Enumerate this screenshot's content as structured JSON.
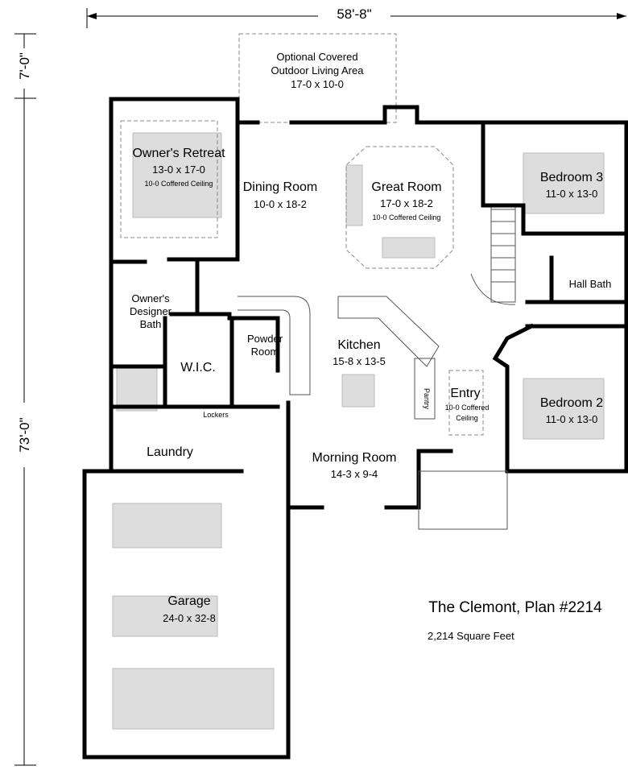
{
  "dimensions": {
    "width": "58'-8\"",
    "height_top": "7'-0\"",
    "height_total": "73'-0\""
  },
  "outdoor": {
    "name": "Optional Covered",
    "name2": "Outdoor Living Area",
    "size": "17-0 x 10-0"
  },
  "rooms": {
    "owners_retreat": {
      "name": "Owner's Retreat",
      "size": "13-0 x 17-0",
      "note": "10-0 Coffered Ceiling"
    },
    "dining": {
      "name": "Dining Room",
      "size": "10-0 x 18-2"
    },
    "great": {
      "name": "Great Room",
      "size": "17-0 x 18-2",
      "note": "10-0 Coffered Ceiling"
    },
    "bedroom3": {
      "name": "Bedroom 3",
      "size": "11-0 x 13-0"
    },
    "hall_bath": {
      "name": "Hall Bath"
    },
    "owners_bath": {
      "line1": "Owner's",
      "line2": "Designer",
      "line3": "Bath"
    },
    "wic": {
      "name": "W.I.C."
    },
    "powder": {
      "line1": "Powder",
      "line2": "Room"
    },
    "kitchen": {
      "name": "Kitchen",
      "size": "15-8 x 13-5"
    },
    "pantry": {
      "name": "Pantry"
    },
    "entry": {
      "name": "Entry",
      "note1": "10-0 Coffered",
      "note2": "Ceiling"
    },
    "bedroom2": {
      "name": "Bedroom 2",
      "size": "11-0 x 13-0"
    },
    "lockers": {
      "name": "Lockers"
    },
    "laundry": {
      "name": "Laundry"
    },
    "morning": {
      "name": "Morning Room",
      "size": "14-3 x 9-4"
    },
    "garage": {
      "name": "Garage",
      "size": "24-0 x 32-8"
    }
  },
  "plan": {
    "title": "The Clemont, Plan #2214",
    "area": "2,214 Square Feet"
  }
}
